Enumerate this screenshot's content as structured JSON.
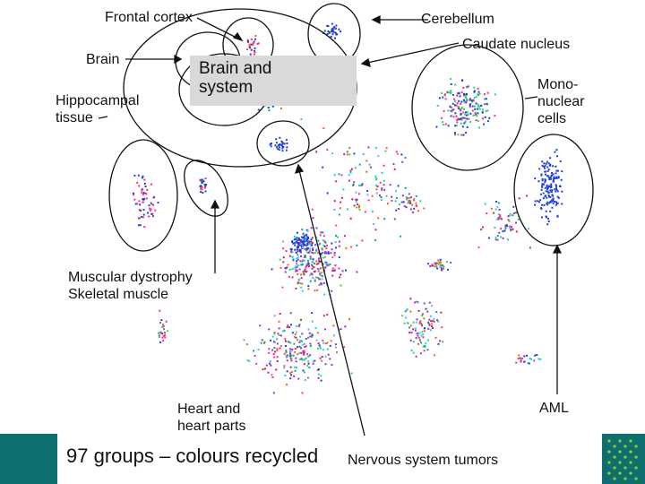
{
  "labels": {
    "frontal_cortex": "Frontal cortex",
    "brain": "Brain",
    "hippocampal_tissue": "Hippocampal\ntissue",
    "brain_and_system": "Brain and\nsystem",
    "cerebellum": "Cerebellum",
    "caudate_nucleus": "Caudate nucleus",
    "mononuclear_cells": "Mono-\nnuclear\ncells",
    "muscular_dystrophy": "Muscular dystrophy\nSkeletal muscle",
    "heart": "Heart and\nheart parts",
    "aml": "AML",
    "nervous_system_tumors": "Nervous system tumors"
  },
  "caption": "97 groups – colours recycled",
  "colors": {
    "footer": "#0f6f6f",
    "footer_dots": "#9acd32",
    "highlight_box": "#d9d9d9",
    "points": [
      "#1f3fd6",
      "#ff2a8a",
      "#2bd66b",
      "#7a3fd6",
      "#ff5a1a",
      "#1ec8ff",
      "#d61f4a",
      "#5ab4ff",
      "#b51fd6",
      "#00a896"
    ]
  }
}
